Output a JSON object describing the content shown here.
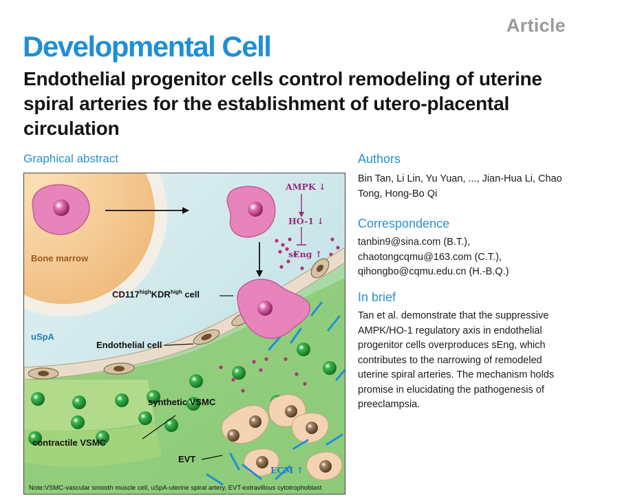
{
  "header": {
    "article_type": "Article",
    "journal": "Developmental Cell",
    "title": "Endothelial progenitor cells control remodeling of uterine spiral arteries for the establishment of utero-placental circulation"
  },
  "graphical_abstract": {
    "heading": "Graphical abstract",
    "labels": {
      "bone_marrow": "Bone marrow",
      "progenitor_cell_prefix": "CD117",
      "high1": "high",
      "kdr": "KDR",
      "high2": "high",
      "cell_suffix": " cell",
      "uspa": "uSpA",
      "endothelial_cell": "Endothelial cell",
      "synthetic_vsmc": "synthetic VSMC",
      "contractile_vsmc": "contractile VSMC",
      "evt": "EVT",
      "ampk": "AMPK ↓",
      "ho1": "HO-1 ↓",
      "seng": "sEng ↑",
      "ecm": "ECM ↑"
    },
    "note": "Note:VSMC-vascular smooth muscle cell, uSpA-uterine spiral artery, EVT-extravillous cytotrophoblast"
  },
  "authors": {
    "heading": "Authors",
    "text": "Bin Tan, Li Lin, Yu Yuan, ..., Jian-Hua Li, Chao Tong, Hong-Bo Qi"
  },
  "correspondence": {
    "heading": "Correspondence",
    "emails": [
      "tanbin9@sina.com (B.T.),",
      "chaotongcqmu@163.com (C.T.),",
      "qihongbo@cqmu.edu.cn (H.-B.Q.)"
    ]
  },
  "in_brief": {
    "heading": "In brief",
    "text": "Tan et al. demonstrate that the suppressive AMPK/HO-1 regulatory axis in endothelial progenitor cells overproduces sEng, which contributes to the narrowing of remodeled uterine spiral arteries. The mechanism holds promise in elucidating the pathogenesis of preeclampsia."
  },
  "colors": {
    "journal_blue": "#1e8fd6",
    "heading_blue": "#2a8fd0",
    "magenta_text": "#9b2a7f",
    "article_gray": "#9a9a9a"
  }
}
